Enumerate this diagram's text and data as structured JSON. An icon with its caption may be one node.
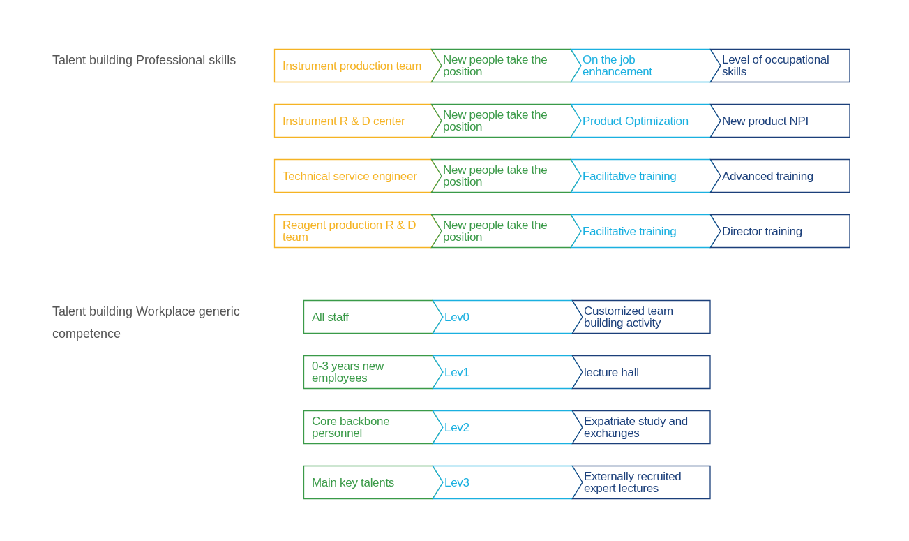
{
  "diagram": {
    "nodes": [
      {
        "text": [
          "Instrument production team"
        ]
      },
      {
        "text": [
          "New people take the position"
        ]
      },
      {
        "text": [
          "On the job enhancement"
        ]
      },
      {
        "text": [
          "Level of occupational skills"
        ]
      },
      {
        "text": [
          "Instrument R & D center"
        ]
      },
      {
        "text": [
          "New people take the position"
        ]
      },
      {
        "text": [
          "Product Optimization"
        ]
      },
      {
        "text": [
          "New product NPI"
        ]
      },
      {
        "text": [
          "Technical service engineer"
        ]
      },
      {
        "text": [
          "New people take the position"
        ]
      },
      {
        "text": [
          "Facilitative training"
        ]
      },
      {
        "text": [
          "Advanced training"
        ]
      },
      {
        "text": [
          "Reagent production R & D team"
        ]
      },
      {
        "text": [
          "New people take the position"
        ]
      },
      {
        "text": [
          "Facilitative training"
        ]
      },
      {
        "text": [
          "Director training"
        ]
      },
      {
        "text": [
          "All staff"
        ]
      },
      {
        "text": [
          "Lev0"
        ]
      },
      {
        "text": [
          "Customized team building activity"
        ]
      },
      {
        "text": [
          "0-3 years new employees"
        ]
      },
      {
        "text": [
          "Lev1"
        ]
      },
      {
        "text": [
          "lecture hall"
        ]
      },
      {
        "text": [
          "Core backbone personnel"
        ]
      },
      {
        "text": [
          "Lev2"
        ]
      },
      {
        "text": [
          "Expatriate study and exchanges"
        ]
      },
      {
        "text": [
          "Main key talents"
        ]
      },
      {
        "text": [
          "Lev3"
        ]
      },
      {
        "text": [
          "Externally recruited expert lectures"
        ]
      }
    ],
    "labels": [
      "Talent building Professional skills",
      "Talent building Workplace generic competence"
    ]
  }
}
